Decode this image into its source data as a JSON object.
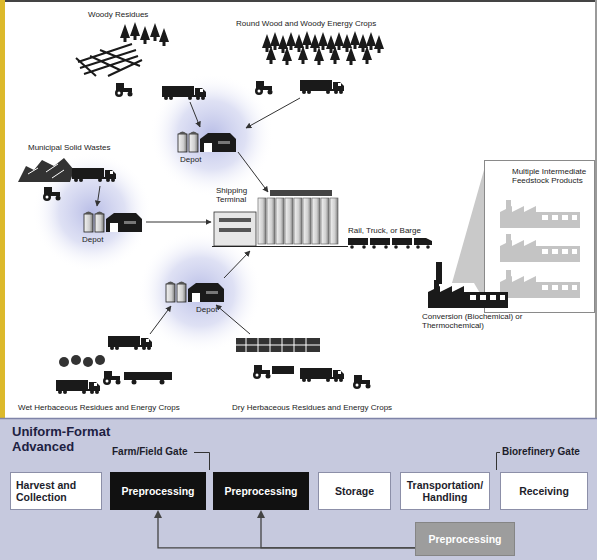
{
  "diagram": {
    "nodes": [
      {
        "text": [
          "Uniform-Format Advanced"
        ]
      },
      {
        "text": [
          "Harvest and Collection"
        ],
        "in": 0
      },
      {
        "text": [
          "Preprocessing"
        ],
        "in": 0
      },
      {
        "text": [
          "Preprocessing"
        ],
        "in": 0
      },
      {
        "text": [
          "Storage"
        ],
        "in": 0
      },
      {
        "text": [
          "Transportation/ Handling"
        ],
        "in": 0
      },
      {
        "text": [
          "Receiving"
        ],
        "in": 0
      },
      {
        "text": [
          "Preprocessing"
        ],
        "in": 0
      }
    ],
    "edges": [
      {
        "from": 7,
        "to": 2,
        "arrow": "to"
      },
      {
        "from": 7,
        "to": 3,
        "arrow": "to"
      }
    ],
    "labels": [
      "Woody Residues",
      "Round Wood and Woody Energy Crops",
      "Municipal Solid Wastes",
      "Depot",
      "Depot",
      "Depot",
      "Shipping Terminal",
      "Rail, Truck, or Barge",
      "Multiple Intermediate Feedstock Products",
      "Conversion (Biochemical) or Thermochemical)",
      "Wet Herbaceous Residues and Energy Crops",
      "Dry Herbaceous Residues and Energy Crops",
      "Farm/Field Gate",
      "Biorefinery Gate"
    ]
  }
}
